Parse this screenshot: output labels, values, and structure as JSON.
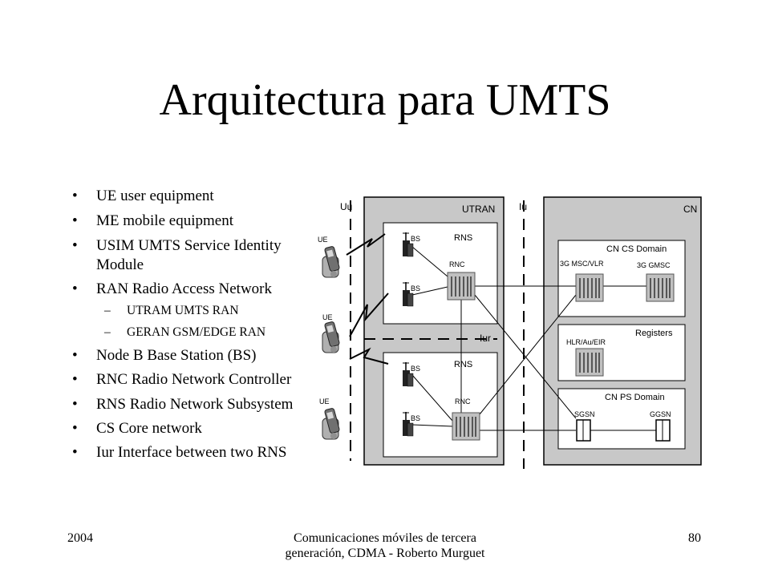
{
  "slide": {
    "title": "Arquitectura para UMTS",
    "bullets": [
      {
        "text": "UE user equipment"
      },
      {
        "text": "ME mobile equipment"
      },
      {
        "text": "USIM UMTS  Service Identity",
        "cont": "Module"
      },
      {
        "text": "RAN Radio Access Network",
        "sub": [
          "UTRAM UMTS RAN",
          "GERAN GSM/EDGE RAN"
        ]
      },
      {
        "text": "Node B Base Station (BS)"
      },
      {
        "text": "RNC Radio Network Controller"
      },
      {
        "text": "RNS Radio Network Subsystem"
      },
      {
        "text": "CS Core network"
      },
      {
        "text": "Iur Interface between two RNS"
      }
    ],
    "bullet_symbol": "•",
    "dash_symbol": "–"
  },
  "diagram": {
    "labels": {
      "uu": "Uu",
      "iu": "Iu",
      "iur": "Iur",
      "utran": "UTRAN",
      "cn": "CN",
      "rns": "RNS",
      "bs": "BS",
      "rnc": "RNC",
      "ue": "UE",
      "cn_cs_domain": "CN CS Domain",
      "msc_vlr": "3G MSC/VLR",
      "gmsc": "3G GMSC",
      "registers": "Registers",
      "hlr": "HLR/Au/EIR",
      "cn_ps_domain": "CN PS Domain",
      "sgsn": "SGSN",
      "ggsn": "GGSN"
    },
    "colors": {
      "panel_fill": "#c8c8c8",
      "box_fill": "#ffffff",
      "equipment": "#b0b0b0"
    }
  },
  "footer": {
    "left": "2004",
    "center": "Comunicaciones móviles de tercera generación, CDMA - Roberto Murguet",
    "right": "80"
  }
}
